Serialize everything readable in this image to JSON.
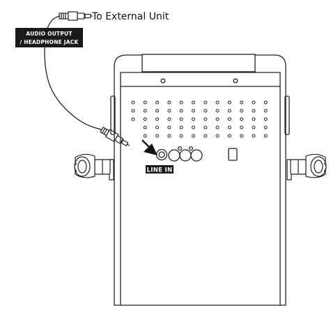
{
  "labels": {
    "external_unit": "To External Unit",
    "audio_output_line1": "AUDIO OUTPUT",
    "audio_output_line2": "/ HEADPHONE JACK",
    "line_in": "LINE IN"
  },
  "colors": {
    "line": "#222222",
    "label_box": "#1a1a1a",
    "label_text": "#ffffff",
    "background": "#ffffff"
  },
  "icons": {
    "plug_top": "audio-plug-icon",
    "plug_bottom": "audio-plug-icon",
    "arrow": "arrow-icon",
    "microphone_left": "microphone-icon",
    "microphone_right": "microphone-icon"
  }
}
